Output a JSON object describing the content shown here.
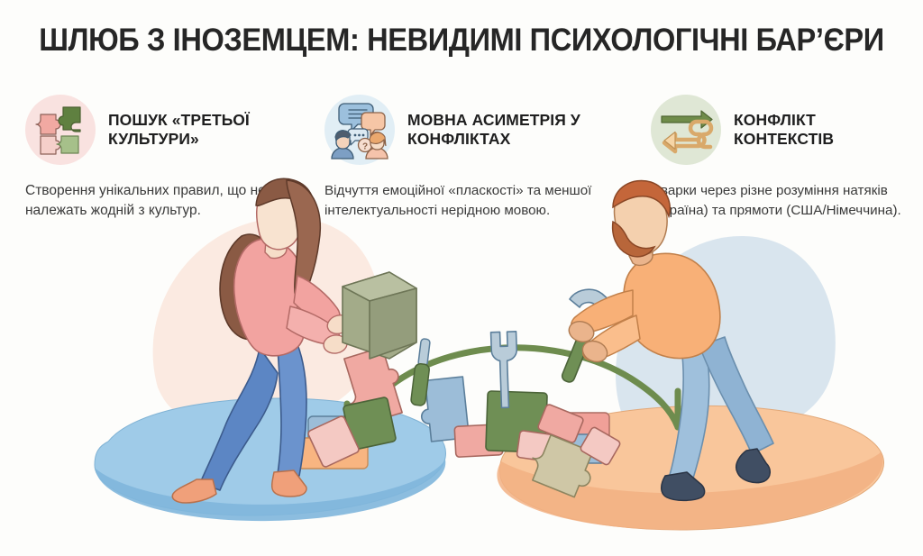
{
  "page": {
    "title": "ШЛЮБ З ІНОЗЕМЦЕМ: НЕВИДИМІ ПСИХОЛОГІЧНІ БАР’ЄРИ",
    "background_color": "#fdfdfb",
    "title_color": "#262626"
  },
  "columns": [
    {
      "id": "third-culture",
      "icon": "puzzle-pieces-icon",
      "icon_bg": "#f9e2e0",
      "title": "ПОШУК «ТРЕТЬОЇ КУЛЬТУРИ»",
      "body": "Створення унікальних правил, що не належать жодній з культур."
    },
    {
      "id": "language-asymmetry",
      "icon": "speech-bubbles-icon",
      "icon_bg": "#e1eef5",
      "title": "МОВНА АСИМЕТРІЯ У КОНФЛІКТАХ",
      "body": "Відчуття емоційної «пласкості» та меншої інтелектуальності нерідною мовою."
    },
    {
      "id": "context-conflict",
      "icon": "two-arrows-icon",
      "icon_bg": "#dfe7d5",
      "title": "КОНФЛІКТ КОНТЕКСТІВ",
      "body": "Сварки через різне розуміння натяків (Україна) та прямоти (США/Німеччина)."
    }
  ],
  "illustration": {
    "name": "couple-building-bridge-illustration",
    "left_figure": {
      "name": "woman-carrying-block",
      "hair_color": "#8a5a44",
      "top_color": "#f2a3a0",
      "pants_color": "#5c86c4",
      "shoes_color": "#f0a07a",
      "holding": "sage-green-block"
    },
    "right_figure": {
      "name": "man-with-hammer",
      "hair_color": "#c4663a",
      "top_color": "#f8b077",
      "pants_color": "#9fc0dc",
      "shoes_color": "#404e63",
      "holding": "hammer"
    },
    "bridge": {
      "name": "puzzle-block-bridge",
      "rail_color": "#6e8c4e",
      "block_colors": [
        "#f0a9a2",
        "#f2c6c0",
        "#6e8c4e",
        "#9cbdd8",
        "#cfc7a6",
        "#6f8f55"
      ]
    },
    "tools": [
      "screwdriver",
      "wrench",
      "hammer"
    ],
    "platforms": {
      "left_color": "#8cbde2",
      "right_color": "#f8c196"
    },
    "backdrops": {
      "left_blob": "#fae5dc",
      "right_blob": "#cfdfeb"
    }
  }
}
